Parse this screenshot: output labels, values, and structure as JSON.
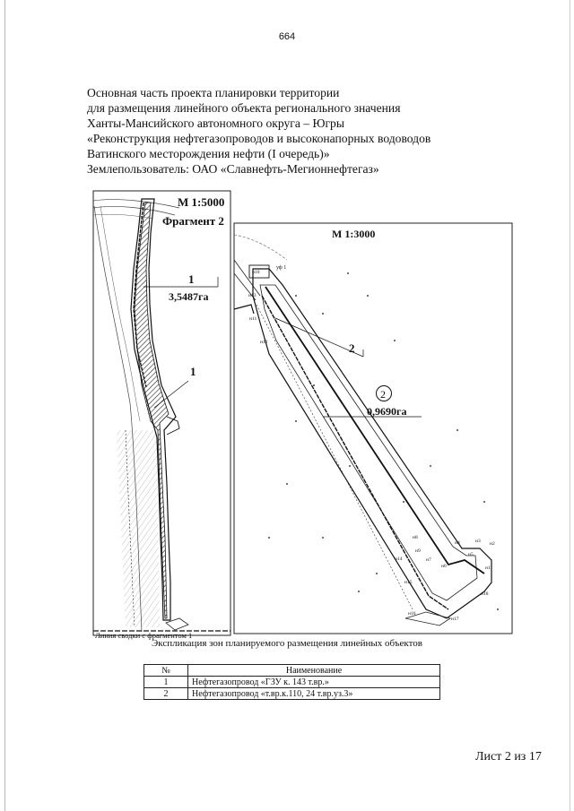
{
  "page": {
    "number": "664"
  },
  "header": {
    "lines": [
      "Основная часть проекта планировки территории",
      "для размещения линейного объекта регионального значения",
      "Ханты-Мансийского автономного округа – Югры",
      "«Реконструкция нефтегазопроводов и высоконапорных водоводов",
      "Ватинского месторождения нефти (I очередь)»",
      "Землепользователь: ОАО «Славнефть-Мегионнефтегаз»"
    ]
  },
  "map_left": {
    "scale": "М 1:5000",
    "fragment": "Фрагмент 2",
    "zone_number": "1",
    "zone_area": "3,5487га",
    "pipe_label": "1",
    "footer_note": "Линия сводки с фрагментом 1"
  },
  "map_right": {
    "scale": "М 1:3000",
    "pipe_label": "2",
    "zone_number": "2",
    "zone_area": "0,9690га",
    "well_label": "уф 1",
    "point_labels": [
      "н10",
      "н11",
      "н12",
      "н13",
      "н14",
      "н15",
      "н16",
      "н17",
      "н18",
      "н1",
      "н2",
      "н3",
      "н4",
      "н5",
      "н6",
      "н7",
      "н8",
      "н9"
    ]
  },
  "explication": {
    "title": "Экспликация зон планируемого размещения линейных объектов",
    "headers": {
      "num": "№",
      "name": "Наименование"
    },
    "rows": [
      {
        "num": "1",
        "name": "Нефтегазопровод «ГЗУ к. 143 т.вр.»"
      },
      {
        "num": "2",
        "name": "Нефтегазопровод «т.вр.к.110, 24 т.вр.уз.3»"
      }
    ]
  },
  "footer": {
    "sheet": "Лист 2 из 17"
  }
}
